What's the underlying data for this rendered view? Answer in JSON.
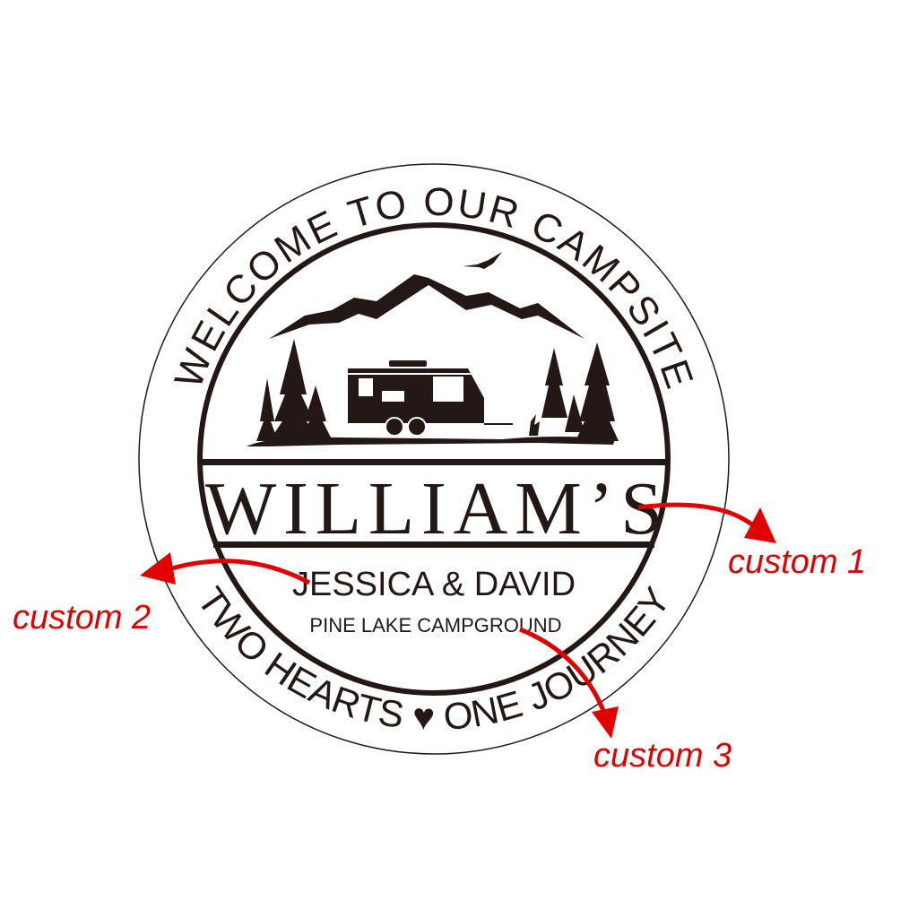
{
  "sign": {
    "top_arc": "WELCOME TO OUR CAMPSITE",
    "family_name": "WILLIAM’S",
    "names": "JESSICA & DAVID",
    "campground": "PINE LAKE CAMPGROUND",
    "bottom_left": "TWO HEARTS",
    "bottom_right": "ONE JOURNEY",
    "heart_icon": "heart-icon",
    "ink_color": "#231815"
  },
  "annotations": {
    "custom1": "custom 1",
    "custom2": "custom 2",
    "custom3": "custom 3",
    "arrow_color": "#e00000"
  }
}
